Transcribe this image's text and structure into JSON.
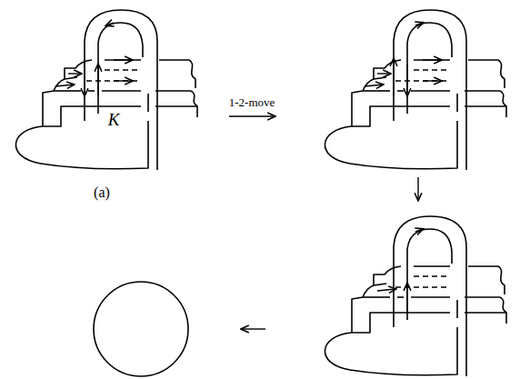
{
  "diagram": {
    "labels": [
      "K",
      "(a)",
      "1-2-move"
    ]
  }
}
